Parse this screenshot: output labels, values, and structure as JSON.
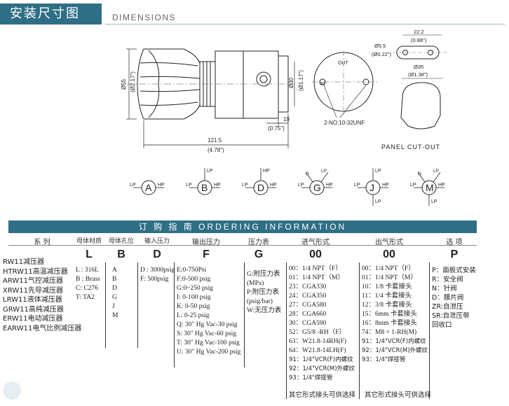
{
  "header": {
    "title": "安装尺寸图",
    "subtitle": "DIMENSIONS"
  },
  "dims": {
    "d55": "Ø55",
    "d55in": "(Ø2.17\")",
    "d30": "Ø30",
    "d30in": "(Ø1.17\")",
    "len19": "19",
    "len19in": "(0.75\")",
    "len121": "121.5",
    "len121in": "(4.78\")",
    "out": "OUT",
    "in": "IN",
    "thread": "2-NO.10-32UNF",
    "d55b": "Ø5.5",
    "d55bin": "(Ø0.22\")",
    "w22": "22.2",
    "w22in": "(0.88\")",
    "d35": "Ø35",
    "d35in": "(Ø1.38\")",
    "panel": "PANEL CUT-OUT"
  },
  "ports": [
    {
      "letter": "A",
      "left": "LP",
      "right": "HP",
      "top": "",
      "bottom": ""
    },
    {
      "letter": "B",
      "left": "LP",
      "right": "HP",
      "top": "LP",
      "bottom": ""
    },
    {
      "letter": "D",
      "left": "LP",
      "right": "HP",
      "top": "HP",
      "bottom": ""
    },
    {
      "letter": "G",
      "left": "LP",
      "right": "HP",
      "top": "G",
      "diag": "LP"
    },
    {
      "letter": "J",
      "left": "LP",
      "right": "HP",
      "top": "LP",
      "bottom": "LP"
    },
    {
      "letter": "M",
      "left": "LP",
      "right": "HP",
      "top": "G",
      "diag": "LP",
      "bottom": "LP"
    }
  ],
  "ordering": {
    "title": "订 购 指 南    ORDERING  INFORMATION",
    "columns": [
      {
        "label": "系 列"
      },
      {
        "label": "母体材质"
      },
      {
        "label": "母体孔位"
      },
      {
        "label": "输入压力"
      },
      {
        "label": "输出压力"
      },
      {
        "label": "压力表"
      },
      {
        "label": "进气形式"
      },
      {
        "label": "出气形式"
      },
      {
        "label": "选 项"
      }
    ],
    "codes": {
      "L": "L",
      "B": "B",
      "D": "D",
      "F": "F",
      "G": "G",
      "in": "00",
      "out": "00",
      "P": "P"
    },
    "series": [
      "RW11减压器",
      "HTRW11高温减压器",
      "ARW11气控减压器",
      "XRW11先导减压器",
      "LRW11液体减压器",
      "GRW11高纯减压器",
      "ERW11电动减压器",
      "EARW11电气比例减压器"
    ],
    "material": [
      "L : 316L",
      "B : Brass",
      "C: C276",
      "T: TA2"
    ],
    "holes": [
      "A",
      "B",
      "D",
      "G",
      "J",
      "M"
    ],
    "inlet_pressure": [
      "D : 3000psig",
      "F: 500psig"
    ],
    "outlet_pressure": [
      "E:0-750Psi",
      "F:0-500 psig",
      "G:0~250 psig",
      "I: 0-100 psig",
      "K: 0-50 psig",
      "L: 0-25 psig",
      "Q: 30\" Hg Vac-30 psig",
      "S: 30\" Hg Vac-60 psig",
      "T: 30\" Hg Vac-100 psig",
      "U: 30\" Hg Vac-200 psig"
    ],
    "gauge": [
      "G:附压力表",
      "(MPa)",
      "P:附压力表",
      "(psig/bar)",
      "W:无压力表"
    ],
    "inlet": [
      "00：1/4   NPT（F）",
      "01：1/4   NPT（M）",
      "23：CGA330",
      "24：CGA350",
      "27：CGA580",
      "28：CGA660",
      "30：CGA590",
      "52：G5/8  -RH（F）",
      "63：W21.8-14RH(F)",
      "64：W21.8-14LH(F)",
      "91：1/4\"VCR(F)内螺纹",
      "92：1/4\"VCR(M)外螺纹",
      "93：1/4\"焊接管"
    ],
    "inlet_note": "其它形式接头可供选择",
    "outlet": [
      "00：1/4   NPT（F）",
      "01：1/4   NPT（M）",
      "10：1/8   卡套接头",
      "11：1/4   卡套接头",
      "12：3/8   卡套接头",
      "15：6mm 卡套接头",
      "16：8mm 卡套接头",
      "74：M8 × 1-RH(M)",
      "91：1/4\"VCR(F)内螺纹",
      "92：1/4\"VCR(M)外螺纹",
      "93：1/4\"焊接管"
    ],
    "outlet_note": "其它形式接头可供选择",
    "options": [
      "P：面板式安装",
      "R：安全阀",
      "N：针阀",
      "D：膜片阀",
      "ZR:自泄压",
      "SR:自泄压带",
      "回收口"
    ]
  }
}
